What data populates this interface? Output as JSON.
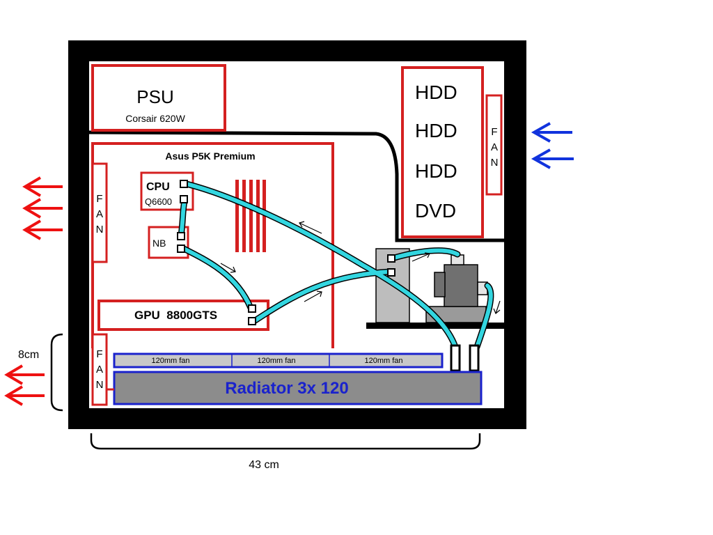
{
  "colors": {
    "case_frame": "#000000",
    "component_border": "#d42020",
    "coolant_tube": "#33d6e0",
    "airflow_out": "#ee1111",
    "airflow_in": "#1133dd",
    "radiator_fill": "#8c8c8c",
    "radiator_border": "#1a22cc",
    "radiator_text": "#1a22cc",
    "pump_fill": "#707070",
    "reservoir_fill": "#bdbdbd"
  },
  "psu": {
    "label": "PSU",
    "model": "Corsair 620W"
  },
  "motherboard": {
    "label": "Asus P5K Premium"
  },
  "cpu": {
    "label": "CPU",
    "model": "Q6600"
  },
  "northbridge": {
    "label": "NB"
  },
  "gpu": {
    "label": "GPU  8800GTS"
  },
  "drive_bays": {
    "items": [
      "HDD",
      "HDD",
      "HDD",
      "DVD"
    ]
  },
  "front_fan": {
    "letters": [
      "F",
      "A",
      "N"
    ]
  },
  "rear_fan_top": {
    "letters": [
      "F",
      "A",
      "N"
    ]
  },
  "rear_fan_bottom": {
    "letters": [
      "F",
      "A",
      "N"
    ]
  },
  "radiator": {
    "label": "Radiator 3x 120",
    "fans": [
      "120mm fan",
      "120mm fan",
      "120mm fan"
    ]
  },
  "dimensions": {
    "height_label": "8cm",
    "width_label": "43 cm"
  }
}
